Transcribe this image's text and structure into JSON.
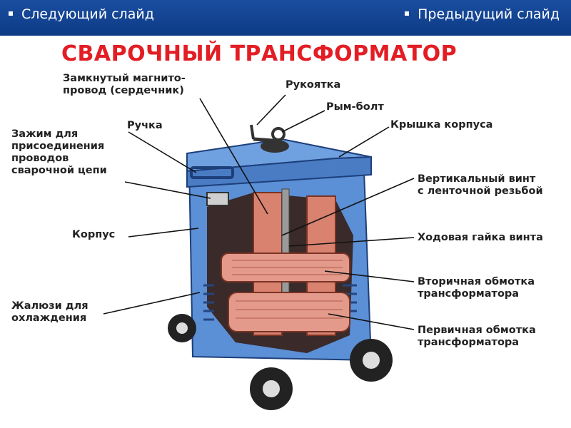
{
  "nav": {
    "next_label": "Следующий слайд",
    "prev_label": "Предыдущий слайд"
  },
  "title": "СВАРОЧНЫЙ ТРАНСФОРМАТОР",
  "labels": {
    "core": "Замкнутый магнито-\nпровод (сердечник)",
    "handle_lever": "Рукоятка",
    "eye_bolt": "Рым-болт",
    "cover": "Крышка корпуса",
    "grip": "Ручка",
    "clamp": "Зажим для\nприсоединения\nпроводов\nсварочной цепи",
    "vertical_screw": "Вертикальный винт\nс ленточной резьбой",
    "housing": "Корпус",
    "screw_nut": "Ходовая гайка винта",
    "secondary_winding": "Вторичная обмотка\nтрансформатора",
    "louvers": "Жалюзи для\nохлаждения",
    "primary_winding": "Первичная обмотка\nтрансформатора"
  },
  "colors": {
    "topbar": "#0d3a85",
    "title": "#e31d24",
    "housing": "#5b8fd6",
    "winding": "#e39a8a"
  }
}
